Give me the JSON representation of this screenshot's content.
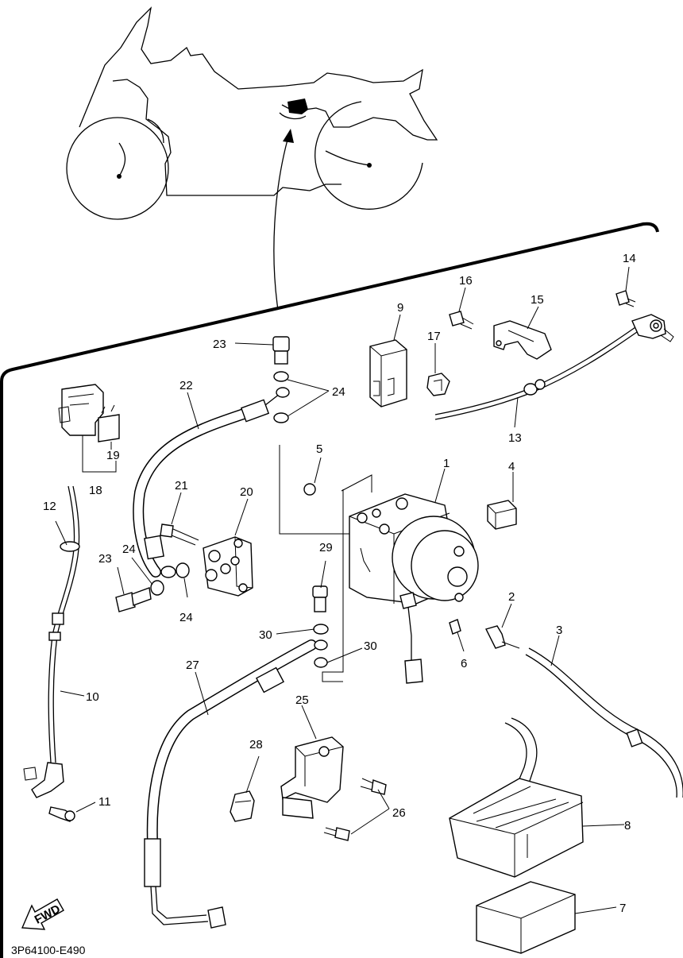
{
  "diagram_code": "3P64100-E490",
  "fwd_label": "FWD",
  "callouts": {
    "c1": "1",
    "c2": "2",
    "c3": "3",
    "c4": "4",
    "c5": "5",
    "c6": "6",
    "c7": "7",
    "c8": "8",
    "c9": "9",
    "c10": "10",
    "c11": "11",
    "c12": "12",
    "c13": "13",
    "c14": "14",
    "c15": "15",
    "c16": "16",
    "c17": "17",
    "c18": "18",
    "c19": "19",
    "c20": "20",
    "c21": "21",
    "c22": "22",
    "c23a": "23",
    "c23b": "23",
    "c24a": "24",
    "c24b": "24",
    "c24c": "24",
    "c25": "25",
    "c26": "26",
    "c27": "27",
    "c28": "28",
    "c29": "29",
    "c30a": "30",
    "c30b": "30"
  }
}
